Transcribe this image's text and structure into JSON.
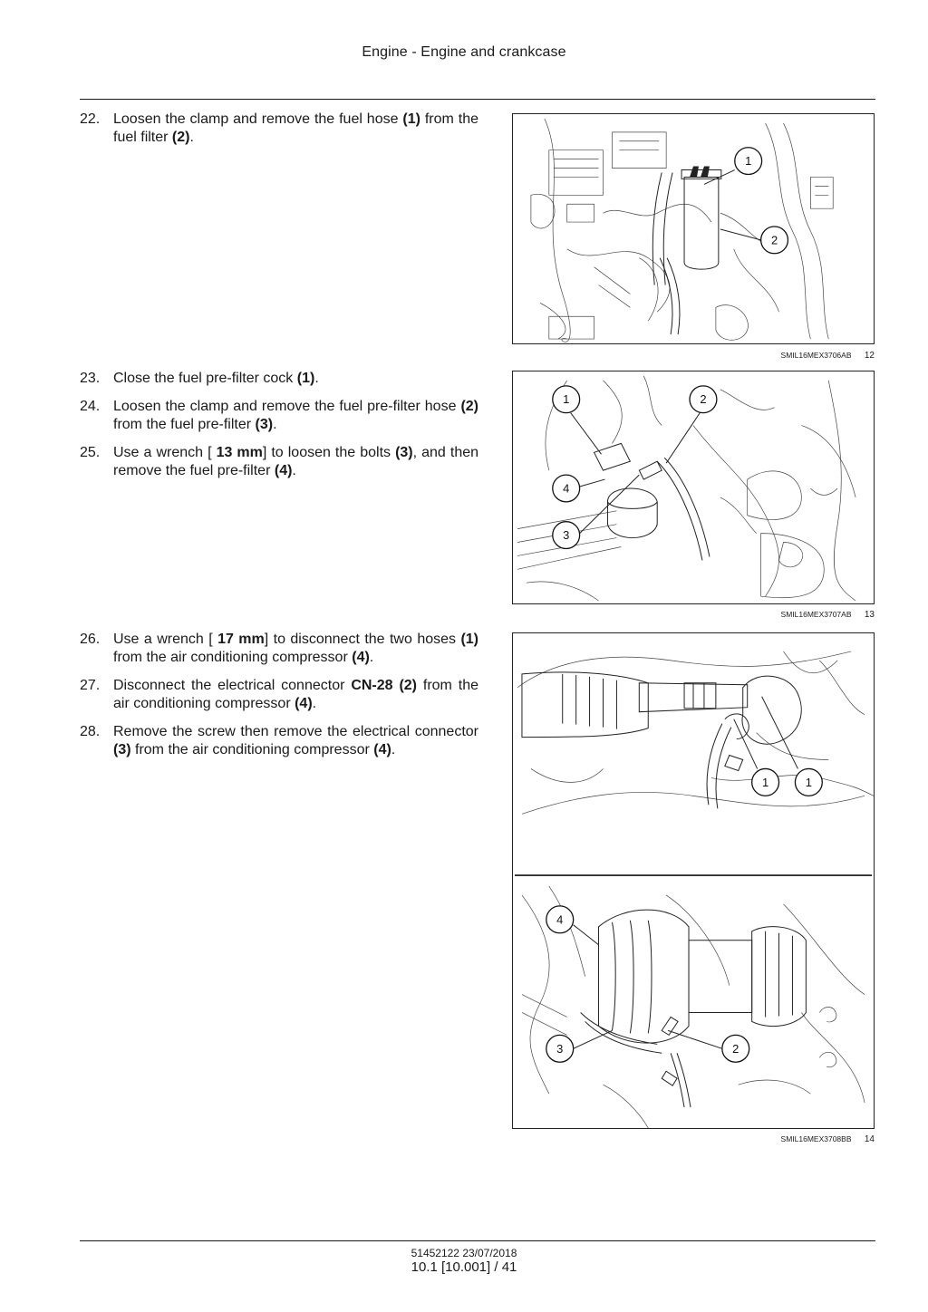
{
  "header": {
    "title": "Engine - Engine and crankcase"
  },
  "steps_group1": [
    {
      "num": "22.",
      "parts": [
        {
          "t": "Loosen the clamp and remove the fuel hose "
        },
        {
          "t": "(1)",
          "b": true
        },
        {
          "t": " from the fuel filter "
        },
        {
          "t": "(2)",
          "b": true
        },
        {
          "t": "."
        }
      ]
    }
  ],
  "steps_group2": [
    {
      "num": "23.",
      "parts": [
        {
          "t": "Close the fuel pre-filter cock "
        },
        {
          "t": "(1)",
          "b": true
        },
        {
          "t": "."
        }
      ]
    },
    {
      "num": "24.",
      "parts": [
        {
          "t": "Loosen the clamp and remove the fuel pre-filter hose "
        },
        {
          "t": "(2)",
          "b": true
        },
        {
          "t": " from the fuel pre-filter "
        },
        {
          "t": "(3)",
          "b": true
        },
        {
          "t": "."
        }
      ]
    },
    {
      "num": "25.",
      "parts": [
        {
          "t": "Use a wrench [ "
        },
        {
          "t": "13 mm",
          "b": true
        },
        {
          "t": "] to loosen the bolts "
        },
        {
          "t": "(3)",
          "b": true
        },
        {
          "t": ", and then remove the fuel pre-filter "
        },
        {
          "t": "(4)",
          "b": true
        },
        {
          "t": "."
        }
      ]
    }
  ],
  "steps_group3": [
    {
      "num": "26.",
      "parts": [
        {
          "t": "Use a wrench [ "
        },
        {
          "t": "17 mm",
          "b": true
        },
        {
          "t": "] to disconnect the two hoses "
        },
        {
          "t": "(1)",
          "b": true
        },
        {
          "t": " from the air conditioning compressor "
        },
        {
          "t": "(4)",
          "b": true
        },
        {
          "t": "."
        }
      ]
    },
    {
      "num": "27.",
      "parts": [
        {
          "t": "Disconnect the electrical connector "
        },
        {
          "t": "CN-28",
          "b": true
        },
        {
          "t": " "
        },
        {
          "t": "(2)",
          "b": true
        },
        {
          "t": " from the air conditioning compressor "
        },
        {
          "t": "(4)",
          "b": true
        },
        {
          "t": "."
        }
      ]
    },
    {
      "num": "28.",
      "parts": [
        {
          "t": "Remove the screw then remove the electrical connector "
        },
        {
          "t": "(3)",
          "b": true
        },
        {
          "t": " from the air conditioning compressor "
        },
        {
          "t": "(4)",
          "b": true
        },
        {
          "t": "."
        }
      ]
    }
  ],
  "figures": {
    "fig12": {
      "code": "SMIL16MEX3706AB",
      "number": "12",
      "callouts": [
        "1",
        "2"
      ]
    },
    "fig13": {
      "code": "SMIL16MEX3707AB",
      "number": "13",
      "callouts": [
        "1",
        "2",
        "4",
        "3"
      ]
    },
    "fig14": {
      "code": "SMIL16MEX3708BB",
      "number": "14",
      "callouts": [
        "1",
        "1",
        "4",
        "3",
        "2"
      ]
    }
  },
  "footer": {
    "doc_ref": "51452122 23/07/2018",
    "page_ref": "10.1 [10.001] / 41"
  }
}
